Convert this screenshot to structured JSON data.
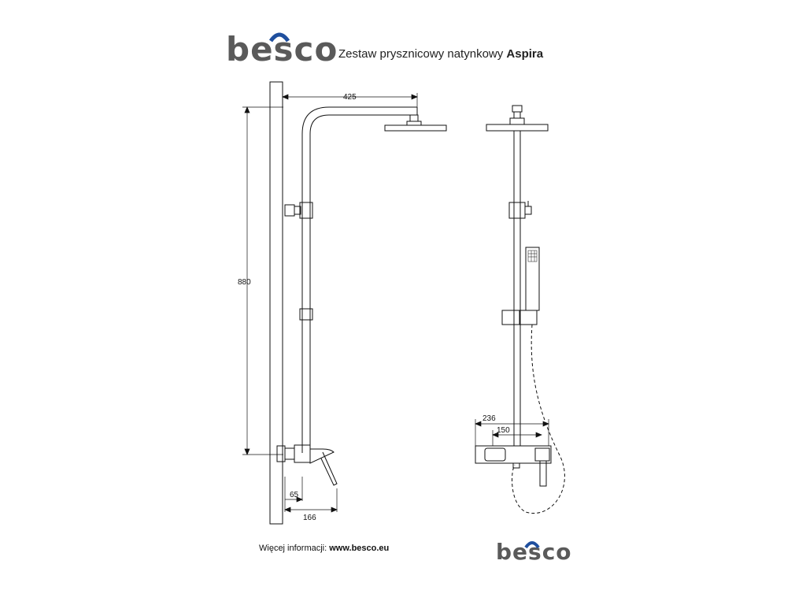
{
  "header": {
    "brand": "besco",
    "title_prefix": "Zestaw prysznicowy natynkowy",
    "title_product": "Aspira"
  },
  "footer": {
    "info_label": "Więcej informacji:",
    "info_link": "www.besco.eu",
    "brand": "besco"
  },
  "dimensions": {
    "arm_length": "425",
    "total_height": "880",
    "mixer_offset": "65",
    "mixer_depth": "166",
    "mixer_width": "236",
    "mixer_spacing": "150"
  },
  "colors": {
    "brand_gray": "#5a5a5a",
    "brand_blue": "#1f4f9e",
    "line": "#111111"
  }
}
